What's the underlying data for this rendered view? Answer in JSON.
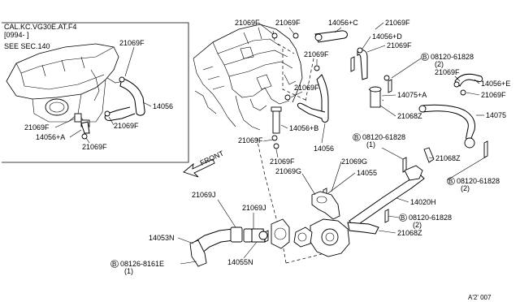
{
  "inset": {
    "cal_line": "CAL.KC.VG30E.AT.F4",
    "date_line": "[0994-    ]",
    "see_sec": "SEE SEC.140",
    "labels": {
      "l21069F_a": "21069F",
      "l14056": "14056",
      "l21069F_b": "21069F",
      "l21069F_c": "21069F",
      "l14056A": "14056+A",
      "l21069F_d": "21069F"
    }
  },
  "labels": {
    "a21069F_1": "21069F",
    "a21069F_2": "21069F",
    "a14056C": "14056+C",
    "a14056D": "14056+D",
    "a21069F_3": "21069F",
    "a08120_61828_t": "08120-61828",
    "a08120_61828_t_q": "(2)",
    "a21069F_4": "21069F",
    "a21069F_5": "21069F",
    "a14056E": "14056+E",
    "a21069F_6": "21069F",
    "a14075A": "14075+A",
    "a14075": "14075",
    "a21068Z_1": "21068Z",
    "a21069F_7": "21069F",
    "a14056B": "14056+B",
    "a14056": "14056",
    "a08120_61828_m": "08120-61828",
    "a08120_61828_m_q": "(1)",
    "a21068Z_2": "21068Z",
    "a21069F_8": "21069F",
    "a21069F_9": "21069F",
    "front": "FRONT",
    "a21069G_1": "21069G",
    "a21069G_2": "21069G",
    "a14055": "14055",
    "a08120_61828_r": "08120-61828",
    "a08120_61828_r_q": "(2)",
    "a14020H": "14020H",
    "a21069J_1": "21069J",
    "a21069J_2": "21069J",
    "a08120_61828_b": "08120-61828",
    "a08120_61828_b_q": "(2)",
    "a21068Z_3": "21068Z",
    "a14053N": "14053N",
    "a14055N": "14055N",
    "a08126": "08126-8161E",
    "a08126_q": "(1)",
    "bolt_mark": "B",
    "footer_code": "A'2' 007"
  }
}
